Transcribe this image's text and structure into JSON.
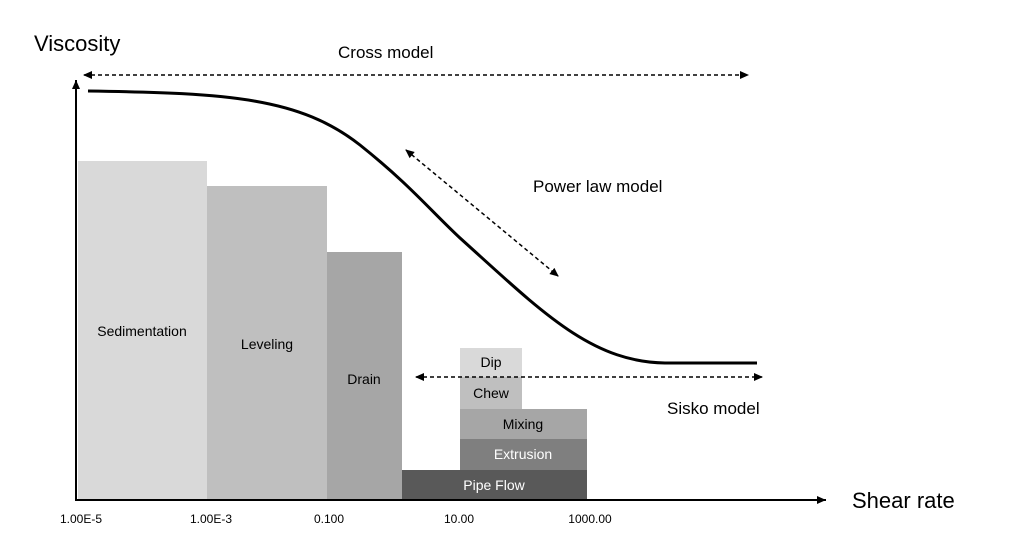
{
  "axes": {
    "y_title": "Viscosity",
    "x_title": "Shear rate",
    "x_ticks": [
      "1.00E-5",
      "1.00E-3",
      "0.100",
      "10.00",
      "1000.00"
    ]
  },
  "models": {
    "cross": "Cross model",
    "power_law": "Power law model",
    "sisko": "Sisko model"
  },
  "processes": [
    {
      "label": "Sedimentation",
      "color": "#d9d9d9",
      "label_color": "#000000"
    },
    {
      "label": "Leveling",
      "color": "#bfbfbf",
      "label_color": "#000000"
    },
    {
      "label": "Drain",
      "color": "#a6a6a6",
      "label_color": "#000000"
    },
    {
      "label": "Pipe Flow",
      "color": "#595959",
      "label_color": "#ffffff"
    },
    {
      "label": "Extrusion",
      "color": "#7f7f7f",
      "label_color": "#ffffff"
    },
    {
      "label": "Mixing",
      "color": "#a6a6a6",
      "label_color": "#000000"
    },
    {
      "label": "Chew",
      "color": "#bfbfbf",
      "label_color": "#000000"
    },
    {
      "label": "Dip",
      "color": "#d9d9d9",
      "label_color": "#000000"
    }
  ]
}
